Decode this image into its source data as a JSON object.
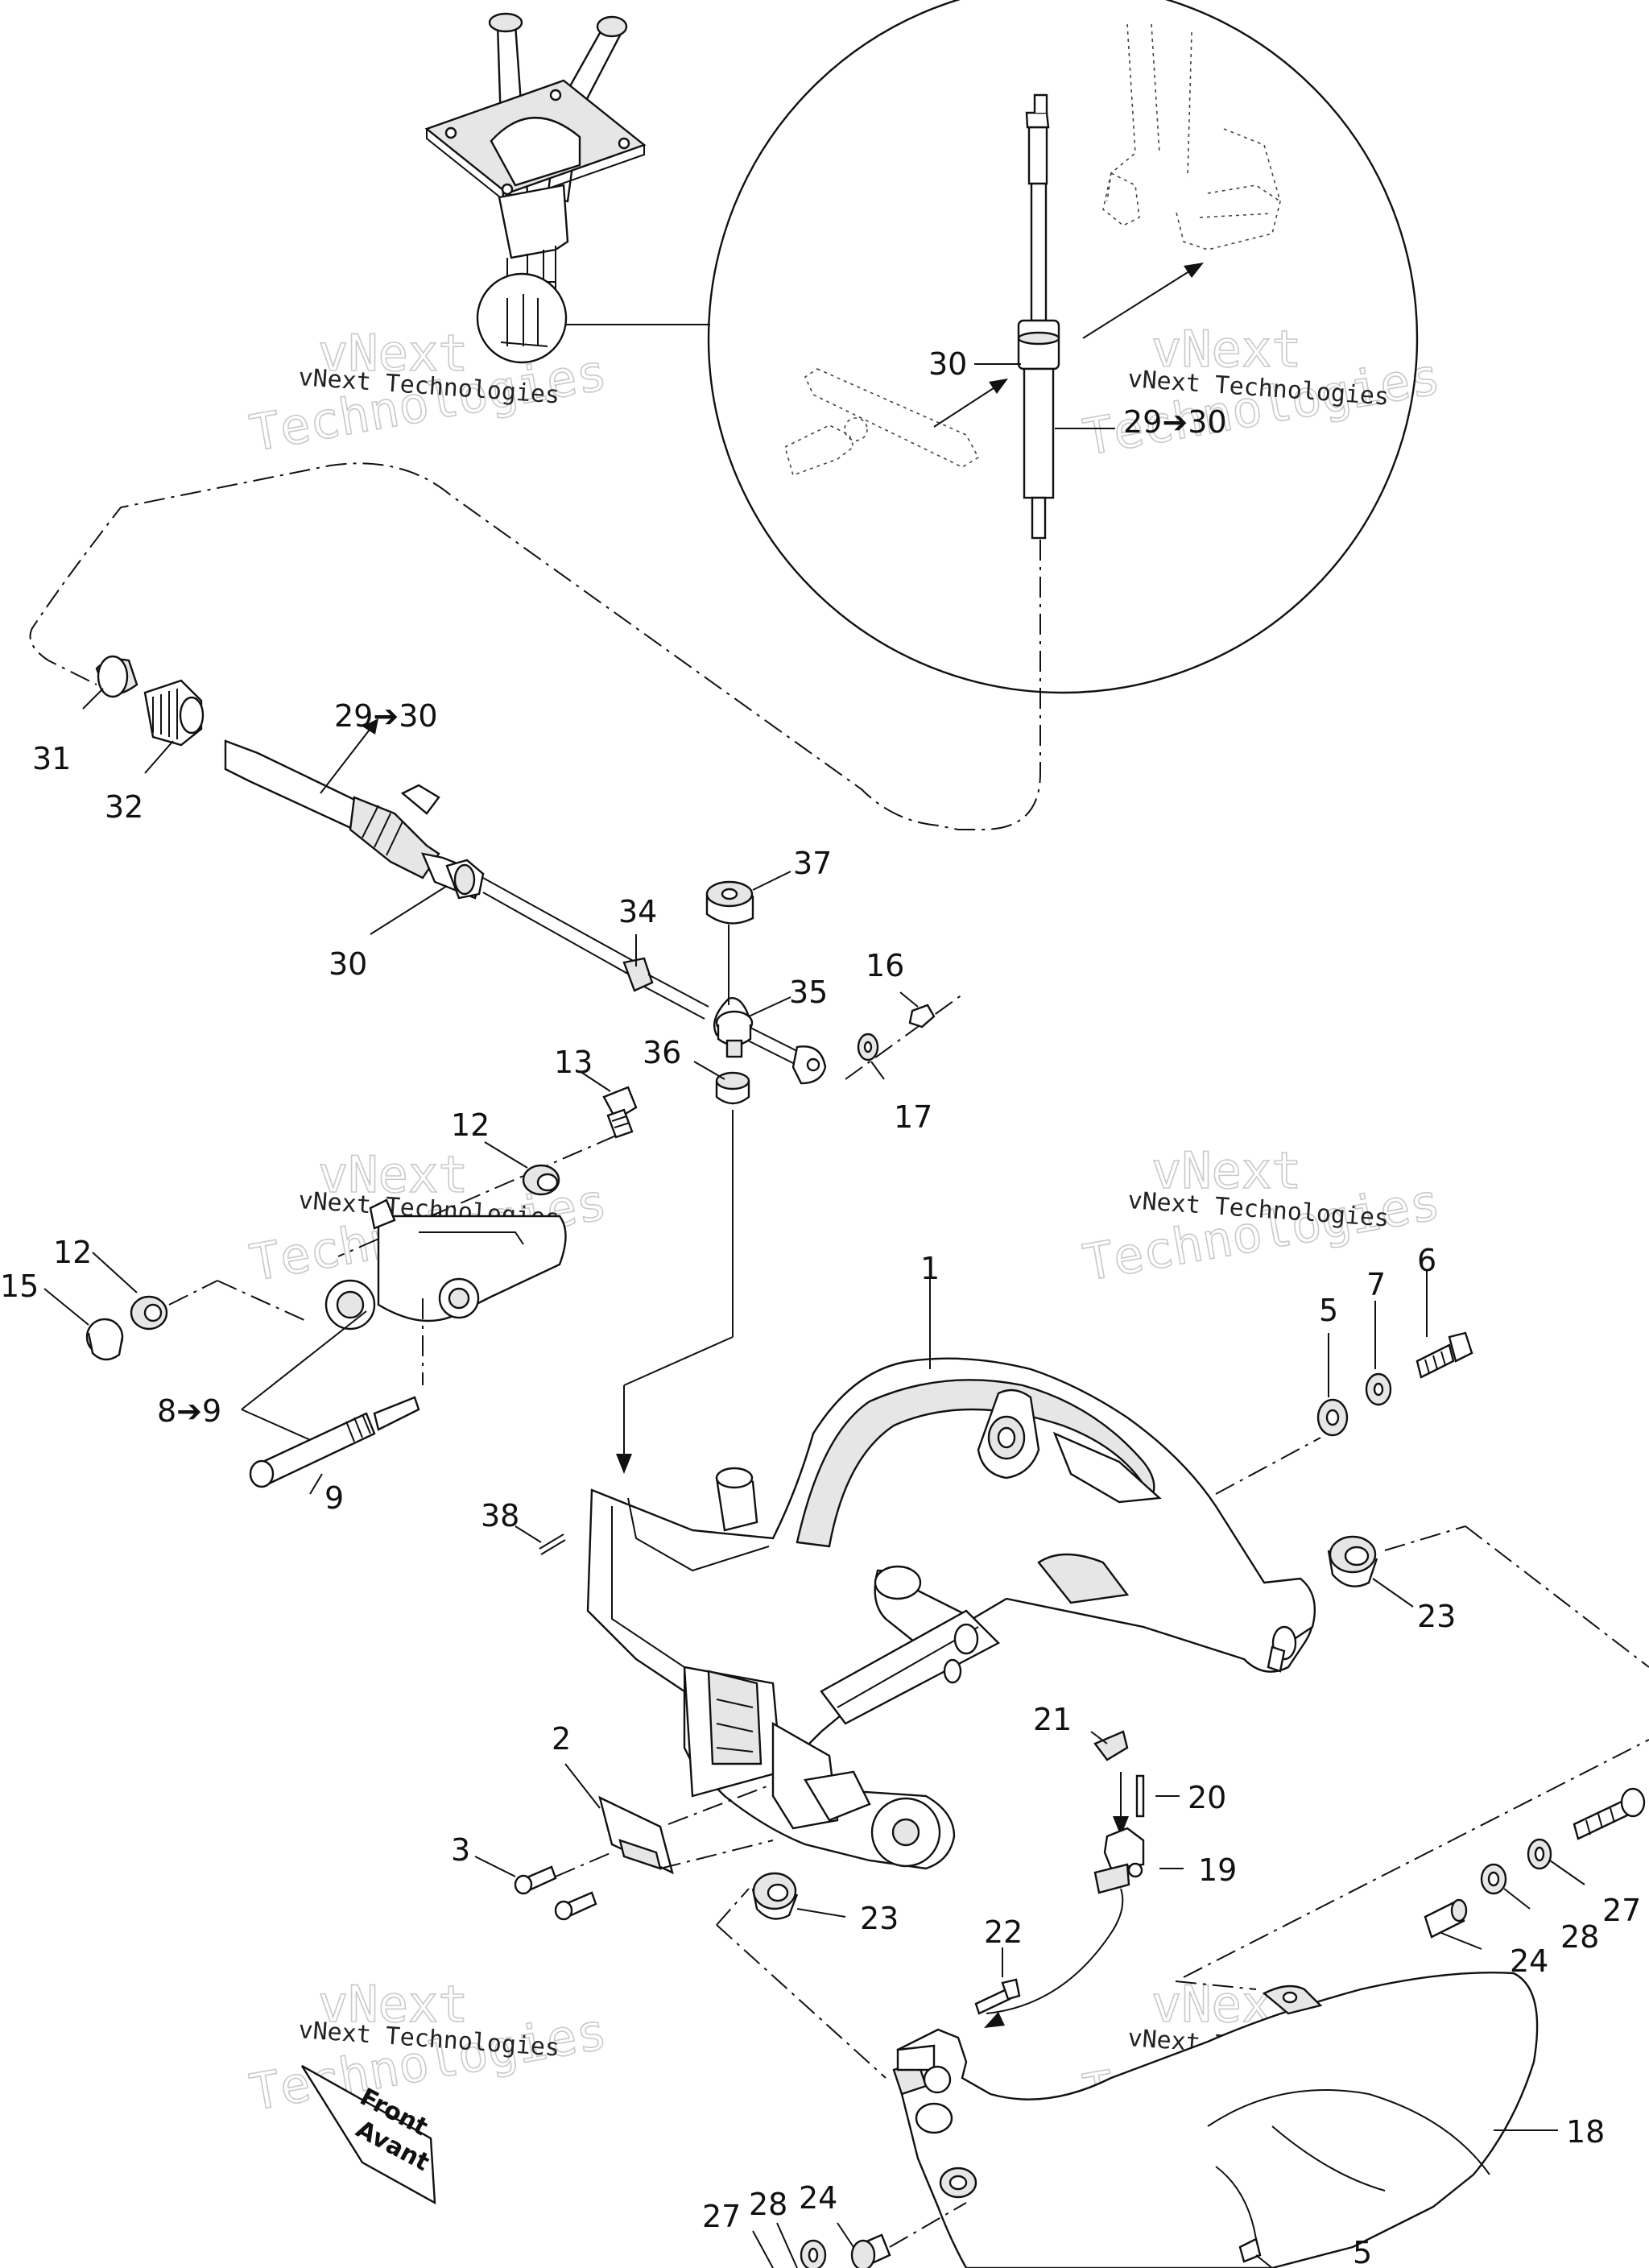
{
  "watermark": {
    "small_text": "vNext Technologies",
    "big_line1": "vNext",
    "big_line2": "Technologies"
  },
  "front_arrow": {
    "line1": "Front",
    "line2": "Avant"
  },
  "callouts": [
    {
      "id": "c30a",
      "text": "30"
    },
    {
      "id": "c29a",
      "text": "29➔30"
    },
    {
      "id": "c31",
      "text": "31"
    },
    {
      "id": "c32",
      "text": "32"
    },
    {
      "id": "c29b",
      "text": "29➔30"
    },
    {
      "id": "c30b",
      "text": "30"
    },
    {
      "id": "c37",
      "text": "37"
    },
    {
      "id": "c34",
      "text": "34"
    },
    {
      "id": "c35",
      "text": "35"
    },
    {
      "id": "c16",
      "text": "16"
    },
    {
      "id": "c17",
      "text": "17"
    },
    {
      "id": "c36",
      "text": "36"
    },
    {
      "id": "c13",
      "text": "13"
    },
    {
      "id": "c12a",
      "text": "12"
    },
    {
      "id": "c12b",
      "text": "12"
    },
    {
      "id": "c15",
      "text": "15"
    },
    {
      "id": "c89",
      "text": "8➔9"
    },
    {
      "id": "c9",
      "text": "9"
    },
    {
      "id": "c1",
      "text": "1"
    },
    {
      "id": "c5a",
      "text": "5"
    },
    {
      "id": "c7",
      "text": "7"
    },
    {
      "id": "c6",
      "text": "6"
    },
    {
      "id": "c38",
      "text": "38"
    },
    {
      "id": "c23a",
      "text": "23"
    },
    {
      "id": "c2",
      "text": "2"
    },
    {
      "id": "c3",
      "text": "3"
    },
    {
      "id": "c23b",
      "text": "23"
    },
    {
      "id": "c21",
      "text": "21"
    },
    {
      "id": "c20",
      "text": "20"
    },
    {
      "id": "c19",
      "text": "19"
    },
    {
      "id": "c22",
      "text": "22"
    },
    {
      "id": "c27a",
      "text": "27"
    },
    {
      "id": "c28a",
      "text": "28"
    },
    {
      "id": "c24a",
      "text": "24"
    },
    {
      "id": "c18",
      "text": "18"
    },
    {
      "id": "c27b",
      "text": "27"
    },
    {
      "id": "c28b",
      "text": "28"
    },
    {
      "id": "c24b",
      "text": "24"
    },
    {
      "id": "c5b",
      "text": "5"
    }
  ]
}
